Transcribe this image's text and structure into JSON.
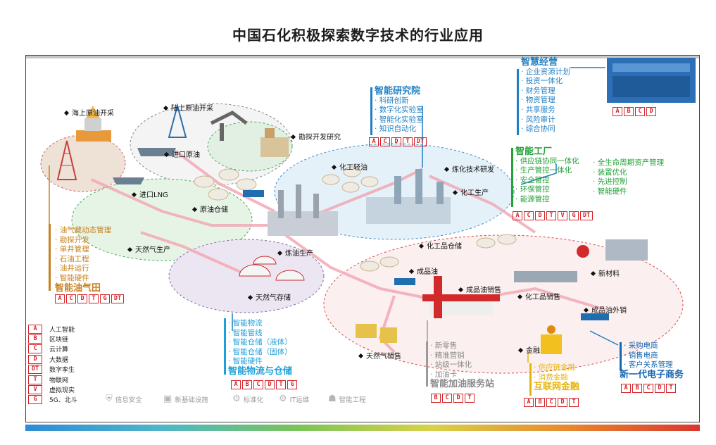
{
  "title": "中国石化积极探索数字技术的行业应用",
  "colors": {
    "orange": "#c8801e",
    "blue": "#1f7fc4",
    "green": "#25a13a",
    "gray": "#8a8a8a",
    "yellow": "#e5b40b",
    "darkblue": "#1666b0",
    "red": "#d3242a"
  },
  "scene_labels": {
    "offshore": "海上原油开采",
    "onshore": "陆上原油开采",
    "exploration": "勘探开发研究",
    "import_crude": "进口原油",
    "import_lng": "进口LNG",
    "crude_storage": "原油仓储",
    "natural_gas_prod": "天然气生产",
    "refining": "炼油生产",
    "gas_storage": "天然气存储",
    "chem_light_oil": "化工轻油",
    "refining_research": "炼化技术研发",
    "chem_production": "化工生产",
    "chem_warehouse": "化工品仓储",
    "product_oil": "成品油",
    "product_oil_sales": "成品油销售",
    "chem_sales": "化工品销售",
    "new_materials": "新材料",
    "product_oil_export": "成品油外销",
    "gas_sales": "天然气销售",
    "finance": "金融"
  },
  "blocks": {
    "oilfield": {
      "title": "智能油气田",
      "items": [
        "油气藏动态管理",
        "勘探开发",
        "单井管理",
        "石油工程",
        "油井运行",
        "智能硬件"
      ],
      "badges": [
        "A",
        "C",
        "D",
        "T",
        "G",
        "DT"
      ]
    },
    "research": {
      "title": "智能研究院",
      "items": [
        "科研创新",
        "数字化实验室",
        "智能化实验室",
        "知识自动化"
      ],
      "badges": [
        "A",
        "C",
        "D",
        "T",
        "DT"
      ]
    },
    "operation": {
      "title": "智慧经营",
      "items": [
        "企业资源计划",
        "投资一体化",
        "财务管理",
        "物资管理",
        "共享服务",
        "风险审计",
        "综合协同"
      ],
      "badges": [
        "A",
        "B",
        "C",
        "D"
      ]
    },
    "factory": {
      "title": "智能工厂",
      "col1": [
        "供应链协同一体化",
        "生产管控一体化",
        "安全管控",
        "环保管控",
        "能源管控"
      ],
      "col2": [
        "全生命周期资产管理",
        "装置优化",
        "先进控制",
        "智能硬件"
      ],
      "badges": [
        "A",
        "C",
        "D",
        "T",
        "V",
        "G",
        "DT"
      ]
    },
    "logistics": {
      "title": "智能物流与仓储",
      "items": [
        "智能物流",
        "智能管线",
        "智能仓储（液体）",
        "智能仓储（固体）",
        "智能硬件"
      ],
      "badges": [
        "A",
        "B",
        "C",
        "D",
        "T",
        "G"
      ]
    },
    "station": {
      "title": "智能加油服务站",
      "items": [
        "新零售",
        "精准营销",
        "站级一体化",
        "加油卡"
      ],
      "badges": [
        "B",
        "C",
        "D",
        "T"
      ]
    },
    "fin": {
      "title": "互联网金融",
      "items": [
        "供应链金融",
        "消费金融"
      ],
      "badges": [
        "A",
        "B",
        "C",
        "D",
        "T"
      ]
    },
    "ecommerce": {
      "title": "新一代电子商务",
      "items": [
        "采购电商",
        "销售电商",
        "客户关系管理"
      ],
      "badges": [
        "A",
        "B",
        "C",
        "D",
        "T"
      ]
    }
  },
  "legend": [
    {
      "code": "A",
      "label": "人工智能"
    },
    {
      "code": "B",
      "label": "区块链"
    },
    {
      "code": "C",
      "label": "云计算"
    },
    {
      "code": "D",
      "label": "大数据"
    },
    {
      "code": "DT",
      "label": "数字孪生"
    },
    {
      "code": "T",
      "label": "物联网"
    },
    {
      "code": "V",
      "label": "虚拟现实"
    },
    {
      "code": "G",
      "label": "5G、北斗"
    }
  ],
  "bottom_bar": [
    {
      "icon": "shield-icon",
      "label": "信息安全"
    },
    {
      "icon": "infrastructure-icon",
      "label": "新基础设施"
    },
    {
      "icon": "gear-icon",
      "label": "标准化"
    },
    {
      "icon": "it-gear-icon",
      "label": "IT运维"
    },
    {
      "icon": "worker-icon",
      "label": "智能工程"
    }
  ]
}
